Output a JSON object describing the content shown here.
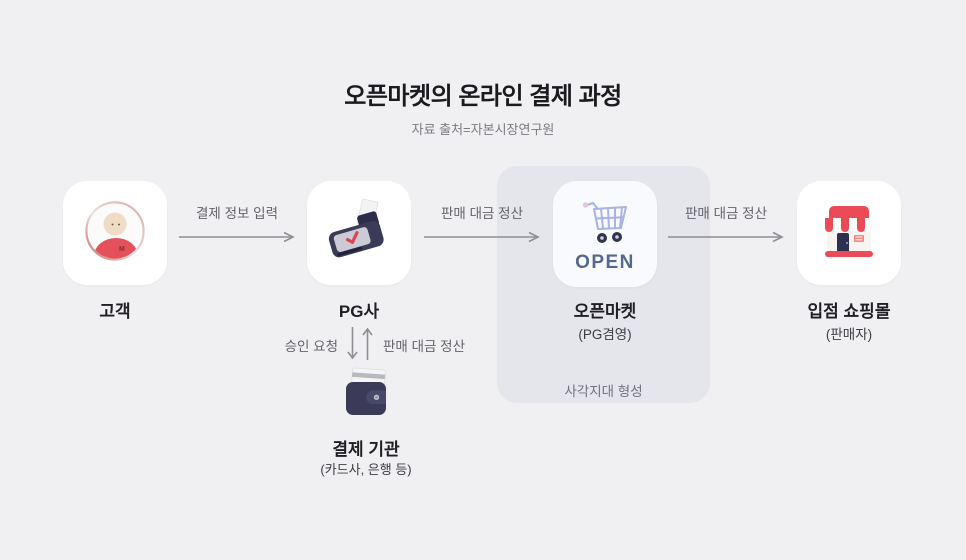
{
  "title": "오픈마켓의 온라인 결제 과정",
  "source_note": "자료 출처=자본시장연구원",
  "zone": {
    "label": "사각지대 형성"
  },
  "nodes": {
    "customer": {
      "label": "고객",
      "icon": "person-avatar-icon"
    },
    "pg": {
      "label": "PG사",
      "icon": "card-terminal-icon"
    },
    "openmarket": {
      "label": "오픈마켓",
      "sublabel": "(PG겸영)",
      "icon": "shopping-cart-icon",
      "badge_text": "OPEN"
    },
    "mall": {
      "label": "입점 쇼핑몰",
      "sublabel": "(판매자)",
      "icon": "storefront-icon"
    },
    "bank": {
      "label": "결제 기관",
      "sublabel": "(카드사, 은행 등)",
      "icon": "wallet-icon"
    }
  },
  "flows": {
    "customer_to_pg": "결제 정보 입력",
    "pg_to_openmarket": "판매 대금 정산",
    "openmarket_to_mall": "판매 대금 정산",
    "pg_to_bank": "승인 요청",
    "bank_to_pg": "판매 대금 정산"
  },
  "colors": {
    "background": "#f0f0f3",
    "zone_fill": "#e5e5ec",
    "card_fill": "#ffffff",
    "openmarket_card_fill": "#f9fafd",
    "arrow_gray": "#8e8e95",
    "title_text": "#1b1b1f",
    "muted_text": "#63636a",
    "accent_red": "#ea4b57",
    "navy": "#3b3b58",
    "periwinkle": "#a9b3e4",
    "open_text_blue": "#56688e"
  }
}
